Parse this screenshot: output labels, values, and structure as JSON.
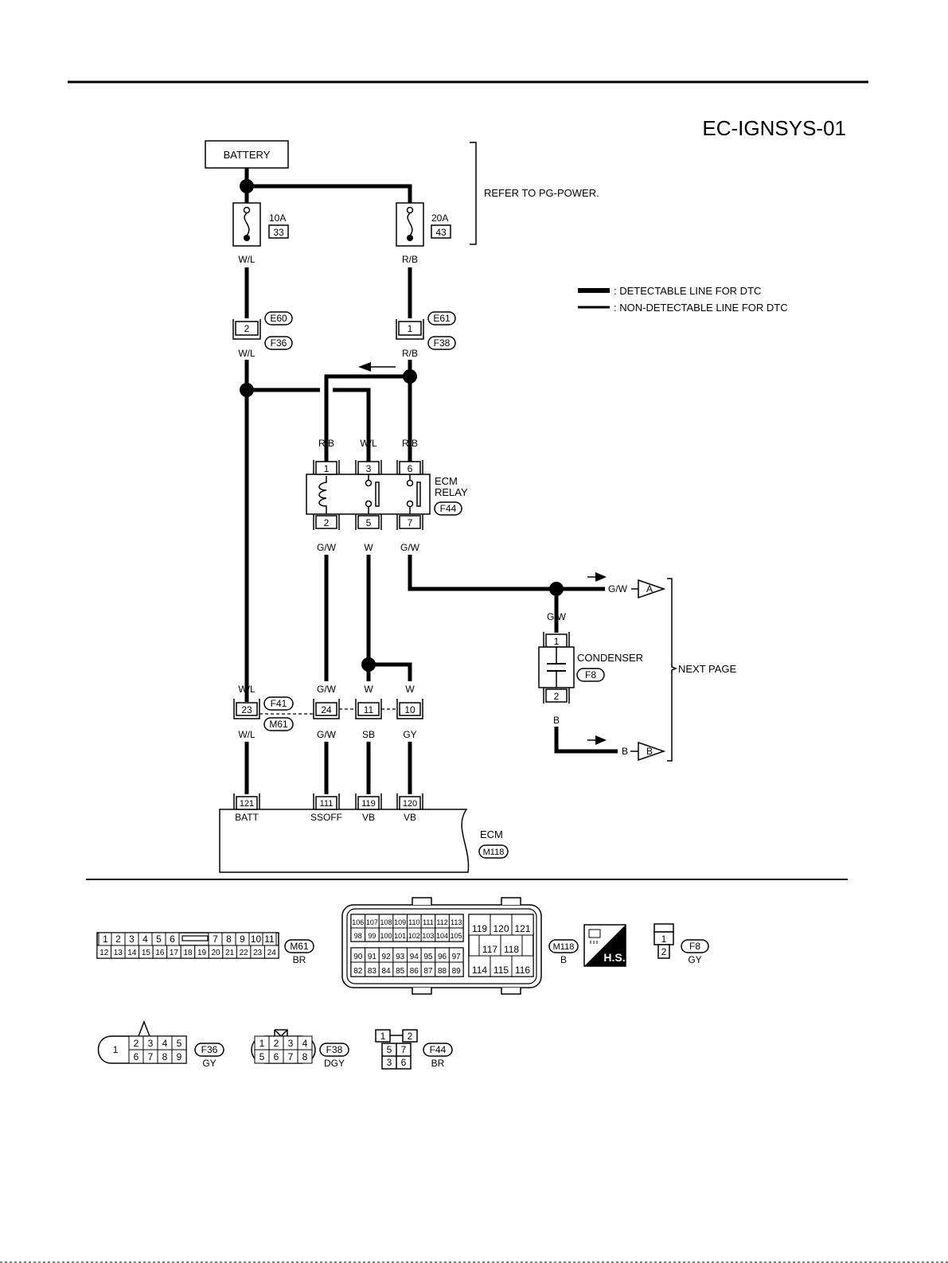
{
  "page": {
    "code": "EC-IGNSYS-01"
  },
  "power": {
    "battery_label": "BATTERY",
    "refer_note": "REFER TO PG-POWER.",
    "fuses": [
      {
        "amp": "10A",
        "number": "33",
        "wire": "W/L"
      },
      {
        "amp": "20A",
        "number": "43",
        "wire": "R/B"
      }
    ]
  },
  "legend": {
    "detectable": ": DETECTABLE LINE FOR DTC",
    "non_detectable": ": NON-DETECTABLE LINE FOR DTC"
  },
  "upper_connectors": [
    {
      "pin": "2",
      "codes": [
        "E60",
        "F36"
      ],
      "wire_below": "W/L"
    },
    {
      "pin": "1",
      "codes": [
        "E61",
        "F38"
      ],
      "wire_below": "R/B"
    }
  ],
  "relay": {
    "name_line1": "ECM",
    "name_line2": "RELAY",
    "code": "F44",
    "top_wires": [
      "R/B",
      "W/L",
      "R/B"
    ],
    "top_pins": [
      "1",
      "3",
      "6"
    ],
    "bottom_pins": [
      "2",
      "5",
      "7"
    ],
    "bottom_wires": [
      "G/W",
      "W",
      "G/W"
    ]
  },
  "output": {
    "gw_wire": "G/W",
    "a_label": "A",
    "condenser_name": "CONDENSER",
    "condenser_code": "F8",
    "condenser_top_pin": "1",
    "condenser_bottom_pin": "2",
    "condenser_top_wire": "G/W",
    "condenser_bottom_wire": "B",
    "b_wire": "B",
    "b_label": "B",
    "next_page": "NEXT PAGE"
  },
  "joint_connector": {
    "codes": [
      "F41",
      "M61"
    ],
    "pins": [
      "23",
      "24",
      "11",
      "10"
    ],
    "wires_above": [
      "W/L",
      "G/W",
      "W",
      "W"
    ],
    "wires_below": [
      "W/L",
      "G/W",
      "SB",
      "GY"
    ]
  },
  "ecm": {
    "name": "ECM",
    "code": "M118",
    "pins": [
      "121",
      "111",
      "119",
      "120"
    ],
    "pin_labels": [
      "BATT",
      "SSOFF",
      "VB",
      "VB"
    ]
  },
  "connector_views": {
    "m61": {
      "code": "M61",
      "color": "BR",
      "row1": [
        "1",
        "2",
        "3",
        "4",
        "5",
        "6",
        "7",
        "8",
        "9",
        "10",
        "11"
      ],
      "row2": [
        "12",
        "13",
        "14",
        "15",
        "16",
        "17",
        "18",
        "19",
        "20",
        "21",
        "22",
        "23",
        "24"
      ]
    },
    "m118": {
      "code": "M118",
      "color": "B",
      "upper_left_row1": [
        "106",
        "107",
        "108",
        "109",
        "110",
        "111",
        "112",
        "113"
      ],
      "upper_left_row2": [
        "98",
        "99",
        "100",
        "101",
        "102",
        "103",
        "104",
        "105"
      ],
      "lower_left_row1": [
        "90",
        "91",
        "92",
        "93",
        "94",
        "95",
        "96",
        "97"
      ],
      "lower_left_row2": [
        "82",
        "83",
        "84",
        "85",
        "86",
        "87",
        "88",
        "89"
      ],
      "right_row1": [
        "119",
        "120",
        "121"
      ],
      "right_row2": [
        "117",
        "118"
      ],
      "right_row3": [
        "114",
        "115",
        "116"
      ],
      "hs_label": "H.S."
    },
    "f8": {
      "code": "F8",
      "color": "GY",
      "pins": [
        "1",
        "2"
      ]
    },
    "f36": {
      "code": "F36",
      "color": "GY",
      "big_pin": "1",
      "row1": [
        "2",
        "3",
        "4",
        "5"
      ],
      "row2": [
        "6",
        "7",
        "8",
        "9"
      ]
    },
    "f38": {
      "code": "F38",
      "color": "DGY",
      "row1": [
        "1",
        "2",
        "3",
        "4"
      ],
      "row2": [
        "5",
        "6",
        "7",
        "8"
      ]
    },
    "f44": {
      "code": "F44",
      "color": "BR",
      "row1": [
        "1",
        "2"
      ],
      "row2": [
        "5",
        "7"
      ],
      "row3": [
        "3",
        "6"
      ]
    }
  }
}
